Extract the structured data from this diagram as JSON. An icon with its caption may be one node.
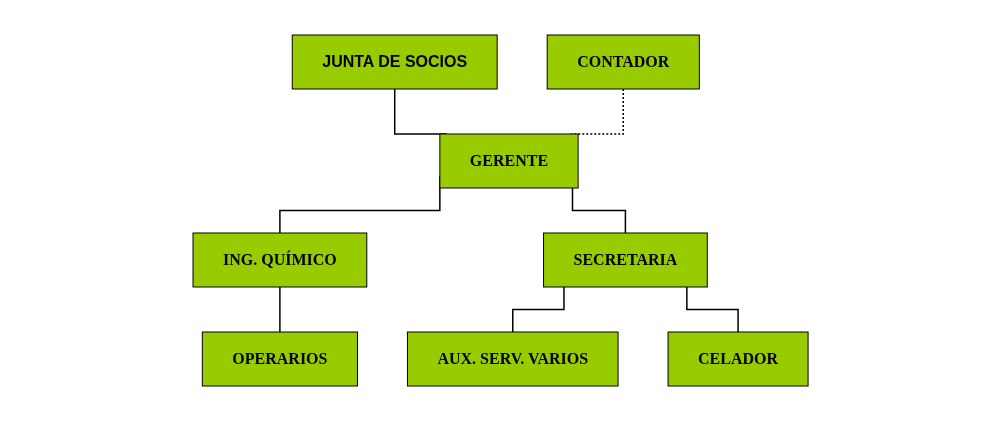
{
  "diagram": {
    "nodes": [
      {
        "text": [
          "JUNTA DE SOCIOS"
        ]
      },
      {
        "text": [
          "GERENTE"
        ]
      },
      {
        "text": [
          "CONTADOR"
        ]
      },
      {
        "text": [
          "ING. QUÍMICO"
        ]
      },
      {
        "text": [
          "SECRETARIA"
        ]
      },
      {
        "text": [
          "OPERARIOS"
        ]
      },
      {
        "text": [
          "AUX. SERV. VARIOS"
        ]
      },
      {
        "text": [
          "CELADOR"
        ]
      }
    ],
    "edges": [
      {
        "from": 0,
        "to": 1,
        "arrow": "none"
      },
      {
        "from": 2,
        "to": 1,
        "arrow": "none",
        "style": "dashed"
      },
      {
        "from": 1,
        "to": 3,
        "arrow": "none"
      },
      {
        "from": 1,
        "to": 4,
        "arrow": "none"
      },
      {
        "from": 3,
        "to": 5,
        "arrow": "none"
      },
      {
        "from": 4,
        "to": 6,
        "arrow": "none"
      },
      {
        "from": 4,
        "to": 7,
        "arrow": "none"
      }
    ]
  }
}
